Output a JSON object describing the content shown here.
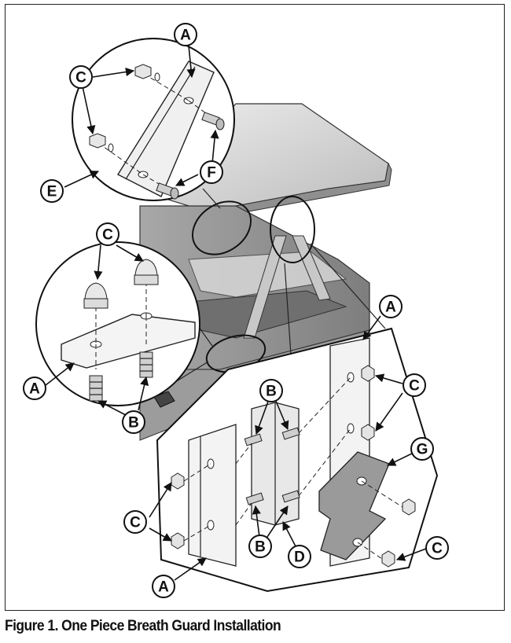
{
  "caption": "Figure 1. One Piece Breath Guard Installation",
  "colors": {
    "outline": "#111111",
    "panel_light": "#f2f2f2",
    "panel_mid": "#bdbdbd",
    "panel_dark": "#8a8a8a",
    "glass": "#d9d9d9",
    "plate": "#9a9a9a"
  },
  "callouts": {
    "top_A": "A",
    "top_C": "C",
    "top_E": "E",
    "top_F": "F",
    "left_C": "C",
    "left_A": "A",
    "left_B": "B",
    "right_A": "A",
    "right_C": "C",
    "right_G": "G",
    "right_C2": "C",
    "mid_B": "B",
    "mid_B2": "B",
    "mid_D": "D",
    "bottom_C": "C",
    "bottom_A": "A"
  }
}
